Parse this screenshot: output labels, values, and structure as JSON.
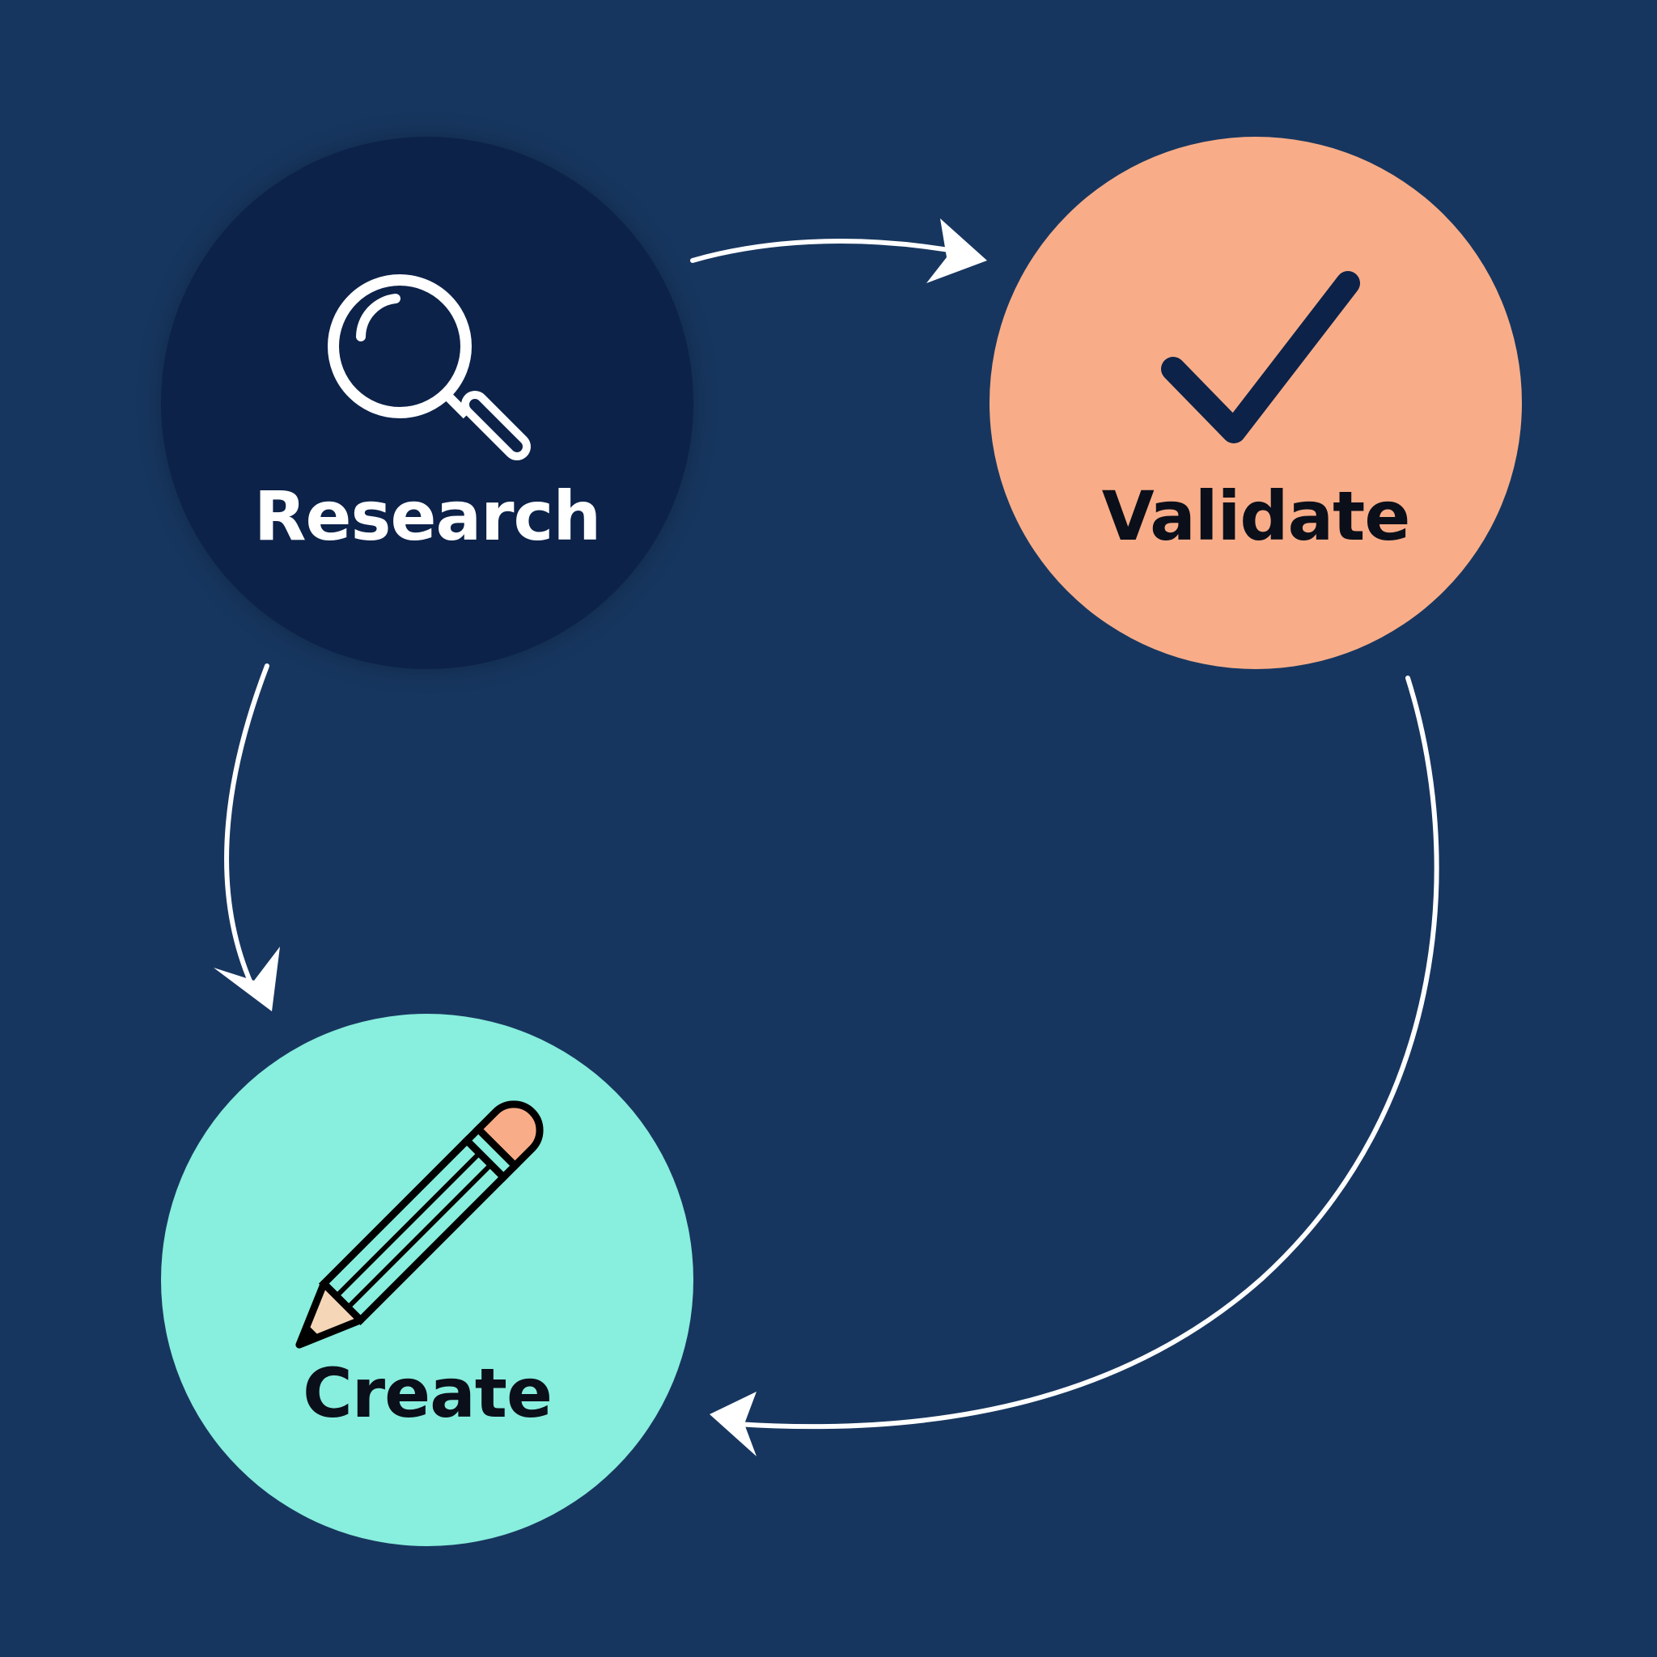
{
  "title": "Research - Validate - Create cycle",
  "colors": {
    "background": "#17365f",
    "research": "#0c2249",
    "validate": "#f8ad88",
    "create": "#88eedd",
    "arrow": "#ffffff"
  },
  "nodes": [
    {
      "label": "Research",
      "icon": "magnifying-glass-icon"
    },
    {
      "label": "Validate",
      "icon": "checkmark-icon"
    },
    {
      "label": "Create",
      "icon": "pencil-icon"
    }
  ],
  "arrows": [
    {
      "from": "Research",
      "to": "Validate"
    },
    {
      "from": "Validate",
      "to": "Create"
    },
    {
      "from": "Research",
      "to": "Create"
    }
  ]
}
